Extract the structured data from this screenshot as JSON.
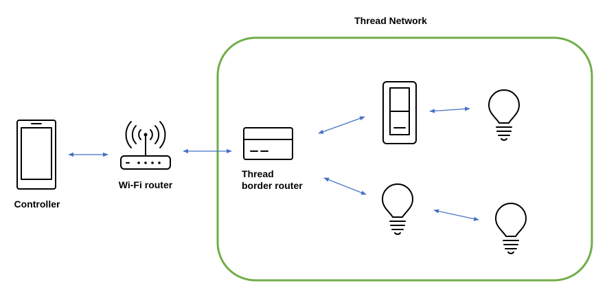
{
  "network": {
    "title": "Thread Network",
    "boundary_color": "#70ad47"
  },
  "devices": {
    "controller": {
      "label": "Controller",
      "icon": "smartphone-icon"
    },
    "wifi_router": {
      "label": "Wi-Fi router",
      "icon": "wifi-router-icon"
    },
    "border_router": {
      "label_line1": "Thread",
      "label_line2": "border router",
      "icon": "border-router-icon"
    },
    "switch": {
      "icon": "light-switch-icon"
    },
    "bulbs": [
      {
        "icon": "light-bulb-icon"
      },
      {
        "icon": "light-bulb-icon"
      },
      {
        "icon": "light-bulb-icon"
      }
    ]
  },
  "connections": {
    "color": "#4472c4",
    "links": [
      [
        "controller",
        "wifi_router"
      ],
      [
        "wifi_router",
        "border_router"
      ],
      [
        "border_router",
        "switch"
      ],
      [
        "switch",
        "bulb-1"
      ],
      [
        "border_router",
        "bulb-2"
      ],
      [
        "bulb-2",
        "bulb-3"
      ]
    ]
  }
}
